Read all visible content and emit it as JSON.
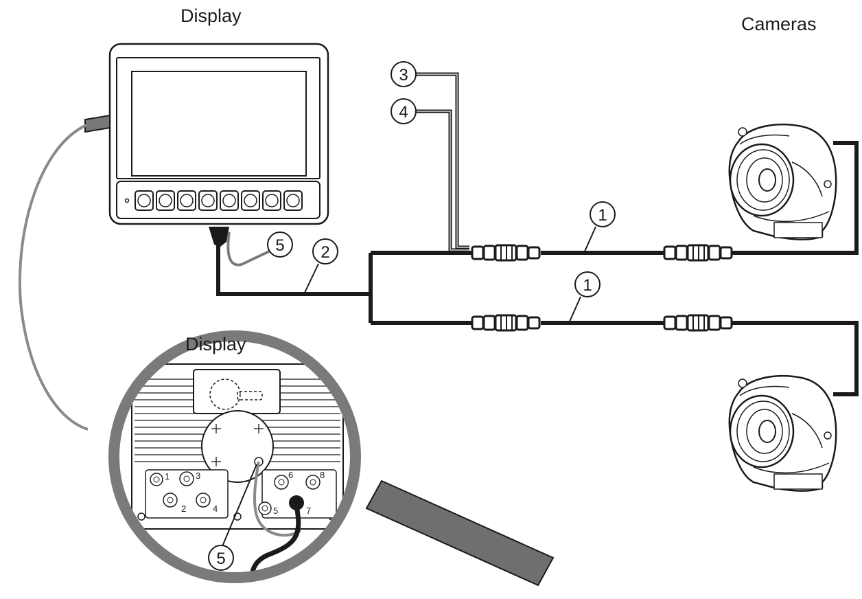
{
  "labels": {
    "display_top": "Display",
    "cameras": "Cameras",
    "display_inset": "Display"
  },
  "callouts": {
    "c1_top": "1",
    "c1_bottom": "1",
    "c2": "2",
    "c3": "3",
    "c4": "4",
    "c5_display": "5",
    "c5_inset": "5"
  },
  "ports": [
    "1",
    "2",
    "3",
    "4",
    "5",
    "6",
    "7",
    "8"
  ],
  "colors": {
    "line": "#1a1a1a",
    "grey_cable": "#8a8a8a",
    "magnifier": "#7a7a7a",
    "handle": "#6f6f6f"
  }
}
